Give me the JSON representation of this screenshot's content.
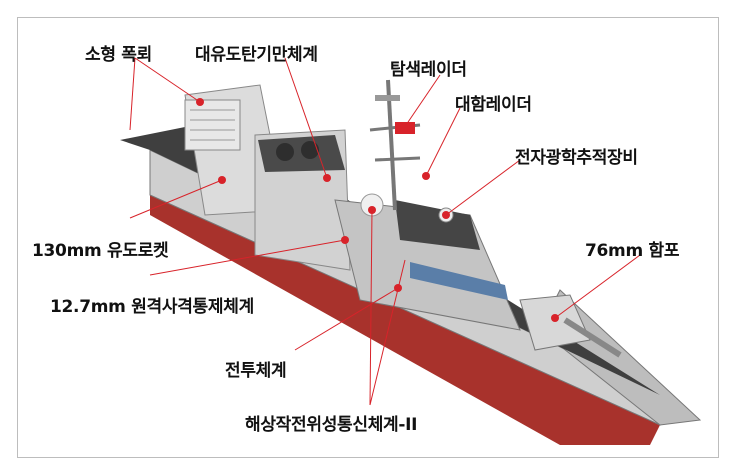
{
  "diagram": {
    "labels": {
      "small_torpedo": "소형 폭뢰",
      "anti_sub_guided_weapon": "대유도탄기만체계",
      "search_radar": "탐색레이더",
      "surface_radar": "대함레이더",
      "eo_tracking": "전자광학추적장비",
      "rocket_130mm": "130mm 유도로켓",
      "gun_76mm": "76mm 함포",
      "rws_12_7mm": "12.7mm 원격사격통제체계",
      "combat_system": "전투체계",
      "satcom": "해상작전위성통신체계-II"
    },
    "colors": {
      "hull_red": "#a8322c",
      "hull_grey": "#c9c9c9",
      "deck_dark": "#3a3a3a",
      "equipment_red": "#d8232a",
      "leader_line": "#d8232a"
    }
  }
}
